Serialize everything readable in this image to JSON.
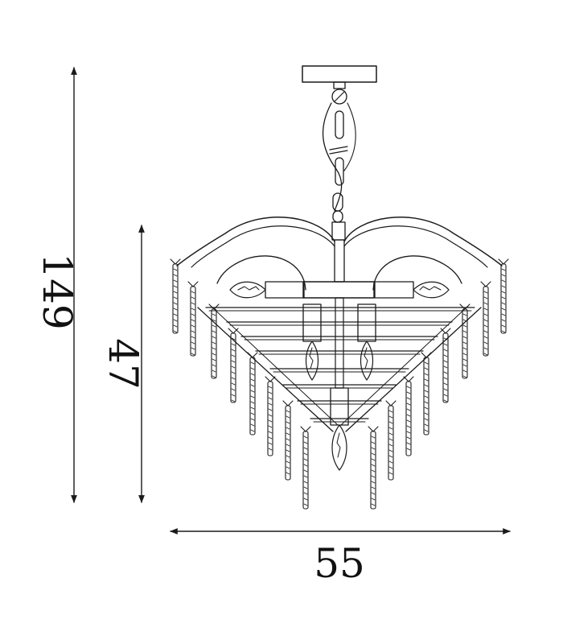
{
  "dimensions": {
    "total_height": "149",
    "body_height": "47",
    "width": "55"
  },
  "colors": {
    "line": "#1a1a1a",
    "background": "#ffffff"
  }
}
